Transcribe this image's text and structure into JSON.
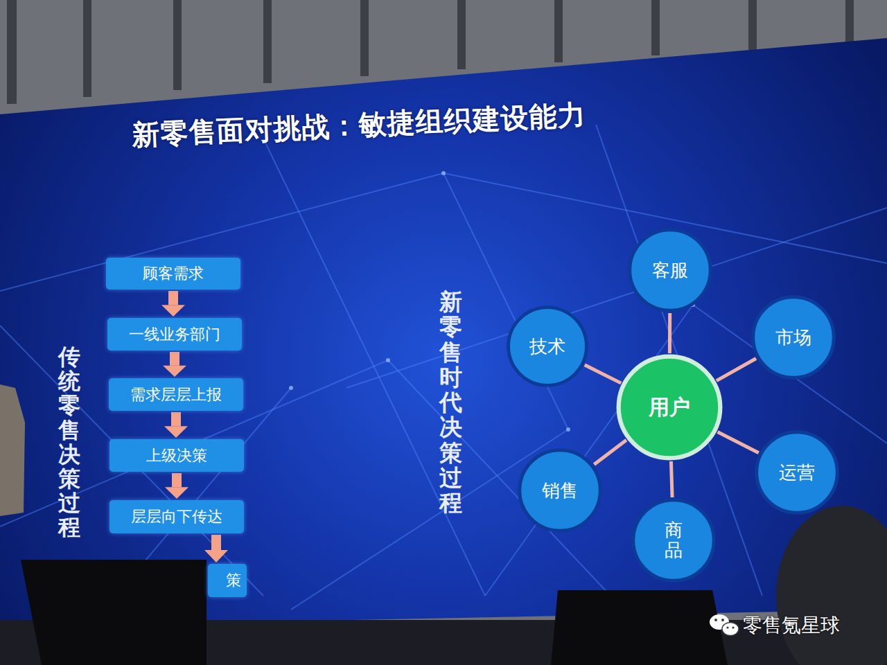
{
  "diagram": {
    "title": "新零售面对挑战：敏捷组织建设能力",
    "nodes": [
      {
        "text": [
          "顾客需求"
        ]
      },
      {
        "text": [
          "一线业务部门"
        ]
      },
      {
        "text": [
          "需求层层上报"
        ]
      },
      {
        "text": [
          "上级决策"
        ]
      },
      {
        "text": [
          "层层向下传达"
        ]
      },
      {
        "text": [
          "策"
        ]
      },
      {
        "text": [
          "用户"
        ]
      },
      {
        "text": [
          "客服"
        ]
      },
      {
        "text": [
          "市场"
        ]
      },
      {
        "text": [
          "运营"
        ]
      },
      {
        "text": [
          "商品"
        ]
      },
      {
        "text": [
          "销售"
        ]
      },
      {
        "text": [
          "技术"
        ]
      }
    ],
    "edges": [
      {
        "from": 0,
        "to": 1,
        "arrow": "to"
      },
      {
        "from": 1,
        "to": 2,
        "arrow": "to"
      },
      {
        "from": 2,
        "to": 3,
        "arrow": "to"
      },
      {
        "from": 3,
        "to": 4,
        "arrow": "to"
      },
      {
        "from": 4,
        "to": 5,
        "arrow": "to"
      },
      {
        "from": 6,
        "to": 7,
        "arrow": "none"
      },
      {
        "from": 6,
        "to": 8,
        "arrow": "none"
      },
      {
        "from": 6,
        "to": 9,
        "arrow": "none"
      },
      {
        "from": 6,
        "to": 10,
        "arrow": "none"
      },
      {
        "from": 6,
        "to": 11,
        "arrow": "none"
      },
      {
        "from": 6,
        "to": 12,
        "arrow": "none"
      }
    ],
    "labels": [
      "传统零售决策过程",
      "新零售时代决策过程",
      "零售氪星球"
    ]
  }
}
